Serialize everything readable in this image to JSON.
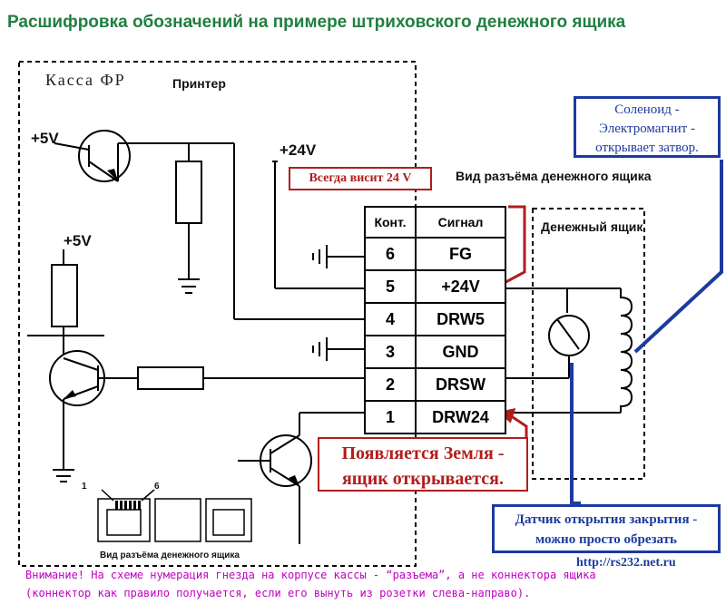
{
  "title": "Расшифровка обозначений на примере штриховского денежного ящика",
  "left_panel": {
    "kassa_label": "Касса ФР",
    "printer_label": "Принтер",
    "plus5v_top": "+5V",
    "plus5v_mid": "+5V",
    "plus24v": "+24V"
  },
  "connector_view_label": "Вид разъёма денежного ящика",
  "cash_drawer_label": "Денежный ящик",
  "connector_table": {
    "headers": [
      "Конт.",
      "Сигнал"
    ],
    "rows": [
      {
        "pin": "6",
        "signal": "FG"
      },
      {
        "pin": "5",
        "signal": "+24V"
      },
      {
        "pin": "4",
        "signal": "DRW5"
      },
      {
        "pin": "3",
        "signal": "GND"
      },
      {
        "pin": "2",
        "signal": "DRSW"
      },
      {
        "pin": "1",
        "signal": "DRW24"
      }
    ]
  },
  "callouts": {
    "always_24v": "Всегда висит 24 V",
    "ground_appears_line1": "Появляется Земля -",
    "ground_appears_line2": "ящик открывается.",
    "solenoid_line1": "Соленоид -",
    "solenoid_line2": "Электромагнит -",
    "solenoid_line3": "открывает затвор.",
    "sensor_line1": "Датчик открытия закрытия -",
    "sensor_line2": "можно просто обрезать"
  },
  "socket_diagram": {
    "pin_first": "1",
    "pin_last": "6",
    "caption": "Вид разъёма денежного ящика"
  },
  "notes": {
    "line1": "Внимание! На схеме нумерация гнезда на корпусе кассы - “разъема”, а не коннектора ящика",
    "line2": "(коннектор как правило получается, если его вынуть из розетки слева-направо).",
    "url": "http://rs232.net.ru"
  },
  "colors": {
    "title": "#1f7f3f",
    "callout_red": "#b11d1d",
    "callout_blue": "#1d3aa0",
    "note_magenta": "#c000c0"
  }
}
